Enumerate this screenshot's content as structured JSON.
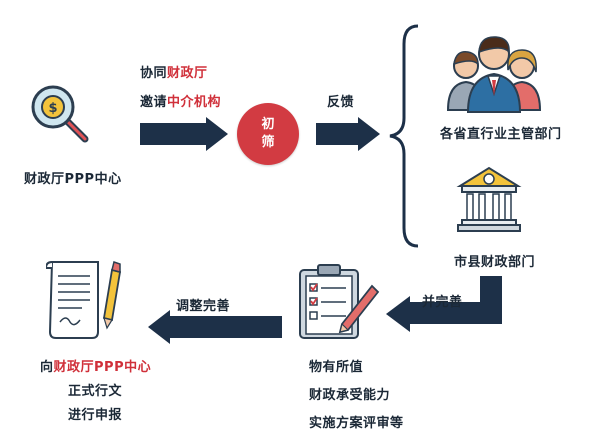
{
  "nodes": {
    "finance_center": "财政厅PPP中心",
    "coordinate_prefix": "协同",
    "coordinate_highlight": "财政厅",
    "invite_prefix": "邀请",
    "invite_highlight": "中介机构",
    "screen_line1": "初",
    "screen_line2": "筛",
    "feedback": "反馈",
    "provincial_depts": "各省直行业主管部门",
    "city_county_finance": "市县财政部门",
    "refine": "并完善",
    "checks": [
      "物有所值",
      "财政承受能力",
      "实施方案评审等"
    ],
    "adjust": "调整完善",
    "submit_prefix": "向",
    "submit_highlight": "财政厅PPP中心",
    "submit_line2": "正式行文",
    "submit_line3": "进行申报"
  },
  "colors": {
    "arrow": "#1d3048",
    "accent_red": "#d23b42",
    "text": "#1b2836"
  },
  "icons": [
    "magnifier-coin-icon",
    "people-group-icon",
    "bank-building-icon",
    "clipboard-checklist-icon",
    "document-pen-icon"
  ]
}
